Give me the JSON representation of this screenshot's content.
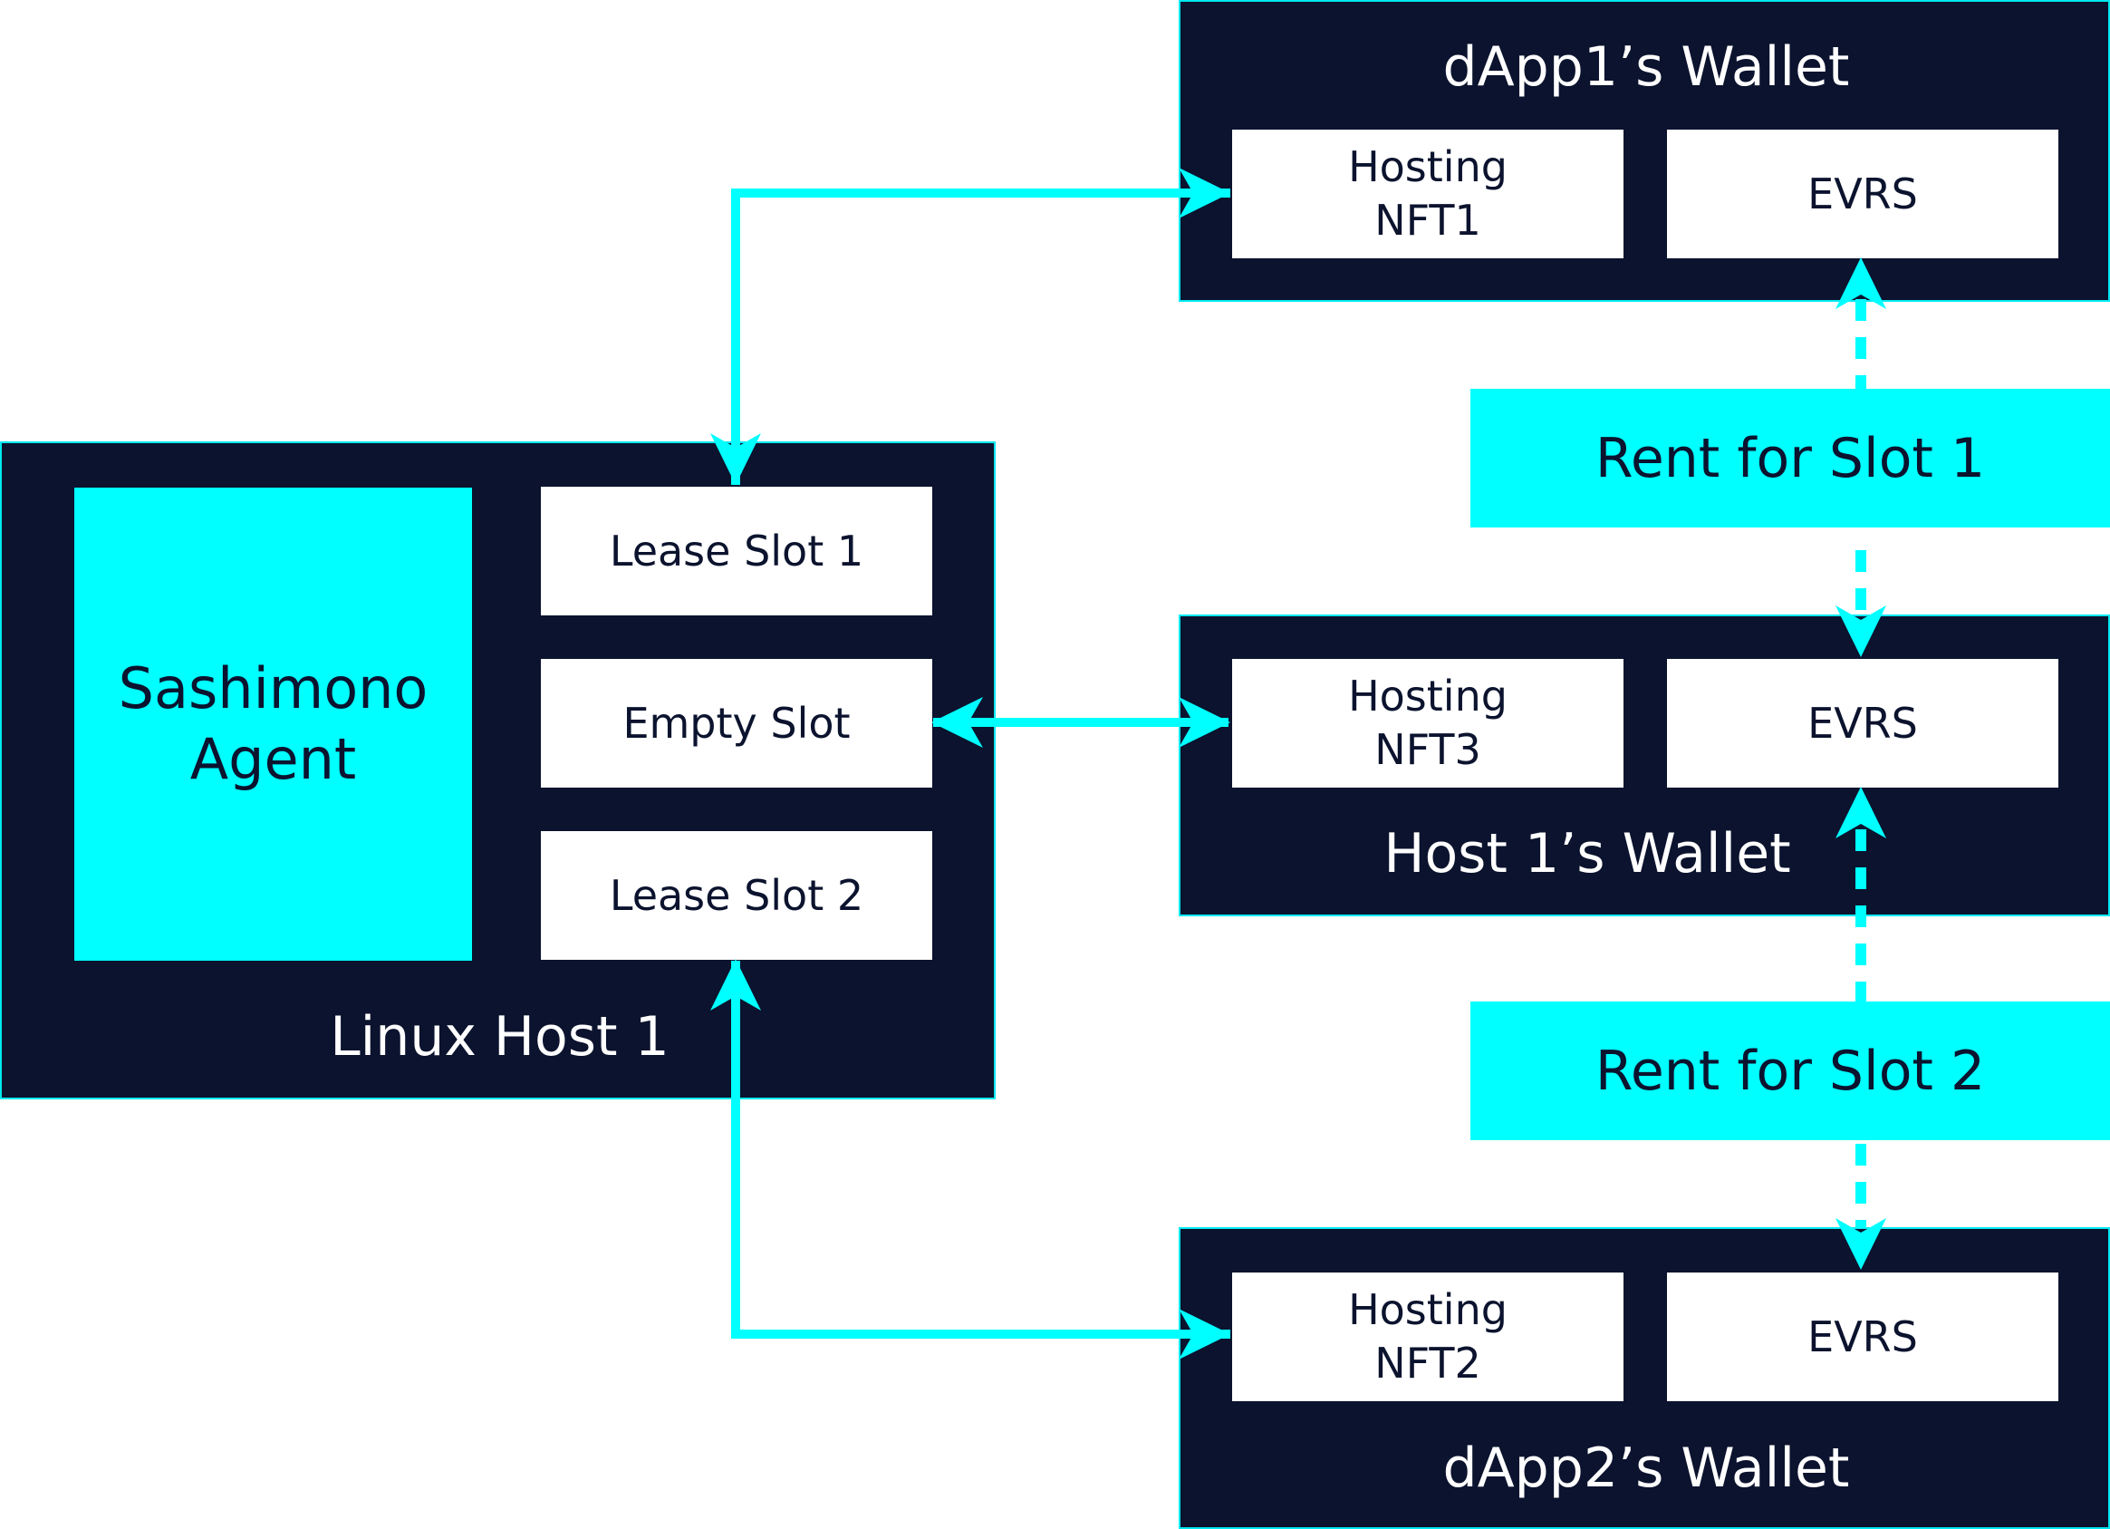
{
  "colors": {
    "panel_bg": "#0b132e",
    "accent": "#00ffff",
    "cell_bg": "#ffffff",
    "text_light": "#ffffff",
    "text_dark": "#0b132e"
  },
  "dapp1_wallet": {
    "title": "dApp1’s Wallet",
    "hosting_nft": "Hosting\nNFT1",
    "evrs": "EVRS"
  },
  "host1_wallet": {
    "title": "Host 1’s Wallet",
    "hosting_nft": "Hosting\nNFT3",
    "evrs": "EVRS"
  },
  "dapp2_wallet": {
    "title": "dApp2’s Wallet",
    "hosting_nft": "Hosting\nNFT2",
    "evrs": "EVRS"
  },
  "linux_host": {
    "title": "Linux Host 1",
    "agent": "Sashimono\nAgent",
    "slots": [
      "Lease Slot 1",
      "Empty Slot",
      "Lease Slot 2"
    ]
  },
  "rent": {
    "slot1": "Rent for Slot 1",
    "slot2": "Rent for Slot 2"
  }
}
